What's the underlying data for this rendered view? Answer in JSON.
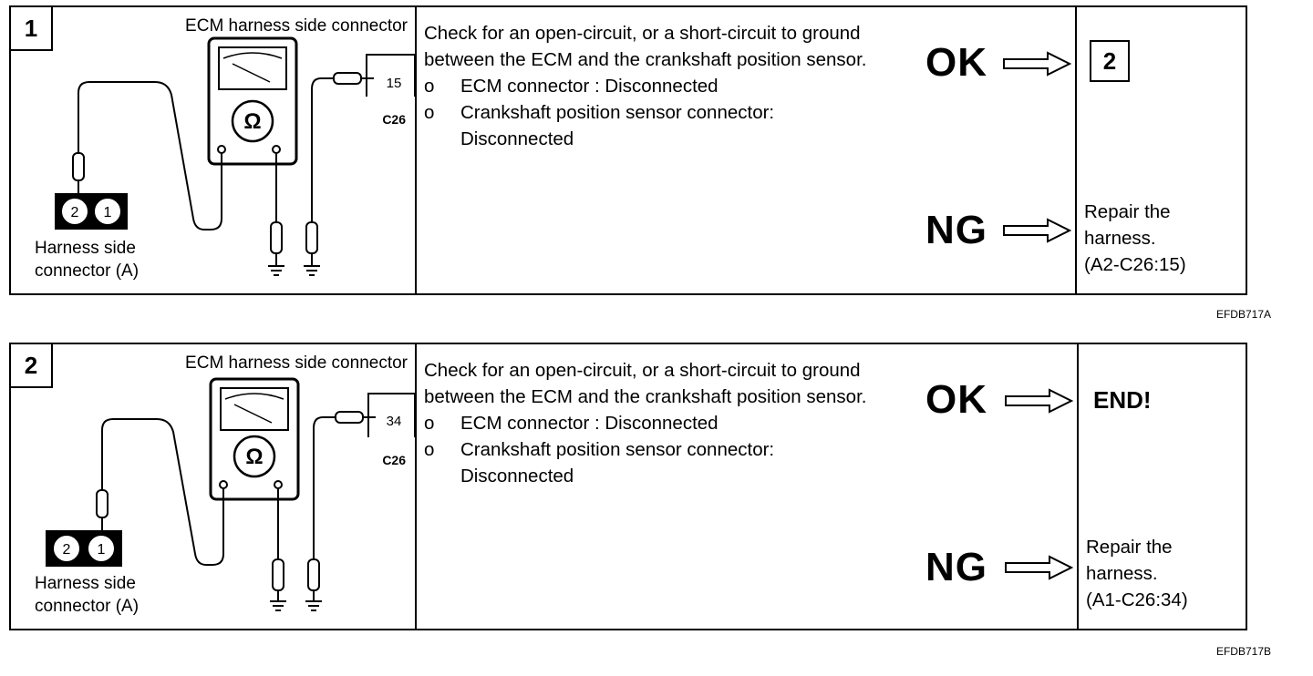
{
  "steps": [
    {
      "number": "1",
      "connector_title": "ECM harness side connector",
      "ecm_pin": "15",
      "ecm_connector": "C26",
      "harness_pins": [
        "2",
        "1"
      ],
      "probe_pin": "2",
      "harness_label_line1": "Harness side",
      "harness_label_line2": "connector (A)",
      "meter_symbol": "Ω",
      "check_intro": "Check for an open-circuit, or a short-circuit to ground between the ECM and the crankshaft position sensor.",
      "bullets": [
        {
          "marker": "o",
          "text": "ECM connector : Disconnected",
          "continuation": ""
        },
        {
          "marker": "o",
          "text": "Crankshaft position sensor connector:",
          "continuation": "Disconnected"
        }
      ],
      "ok_label": "OK",
      "ng_label": "NG",
      "ok_result": "2",
      "ng_result_line1": "Repair the",
      "ng_result_line2": "harness.",
      "ng_result_line3": "(A2-C26:15)",
      "figure_code": "EFDB717A"
    },
    {
      "number": "2",
      "connector_title": "ECM harness side connector",
      "ecm_pin": "34",
      "ecm_connector": "C26",
      "harness_pins": [
        "2",
        "1"
      ],
      "probe_pin": "1",
      "harness_label_line1": "Harness side",
      "harness_label_line2": "connector (A)",
      "meter_symbol": "Ω",
      "check_intro": "Check for an open-circuit, or a short-circuit to ground between the ECM and the crankshaft position sensor.",
      "bullets": [
        {
          "marker": "o",
          "text": "ECM connector : Disconnected",
          "continuation": ""
        },
        {
          "marker": "o",
          "text": "Crankshaft position sensor connector:",
          "continuation": "Disconnected"
        }
      ],
      "ok_label": "OK",
      "ng_label": "NG",
      "ok_result": "END!",
      "ng_result_line1": "Repair the",
      "ng_result_line2": "harness.",
      "ng_result_line3": "(A1-C26:34)",
      "figure_code": "EFDB717B"
    }
  ]
}
